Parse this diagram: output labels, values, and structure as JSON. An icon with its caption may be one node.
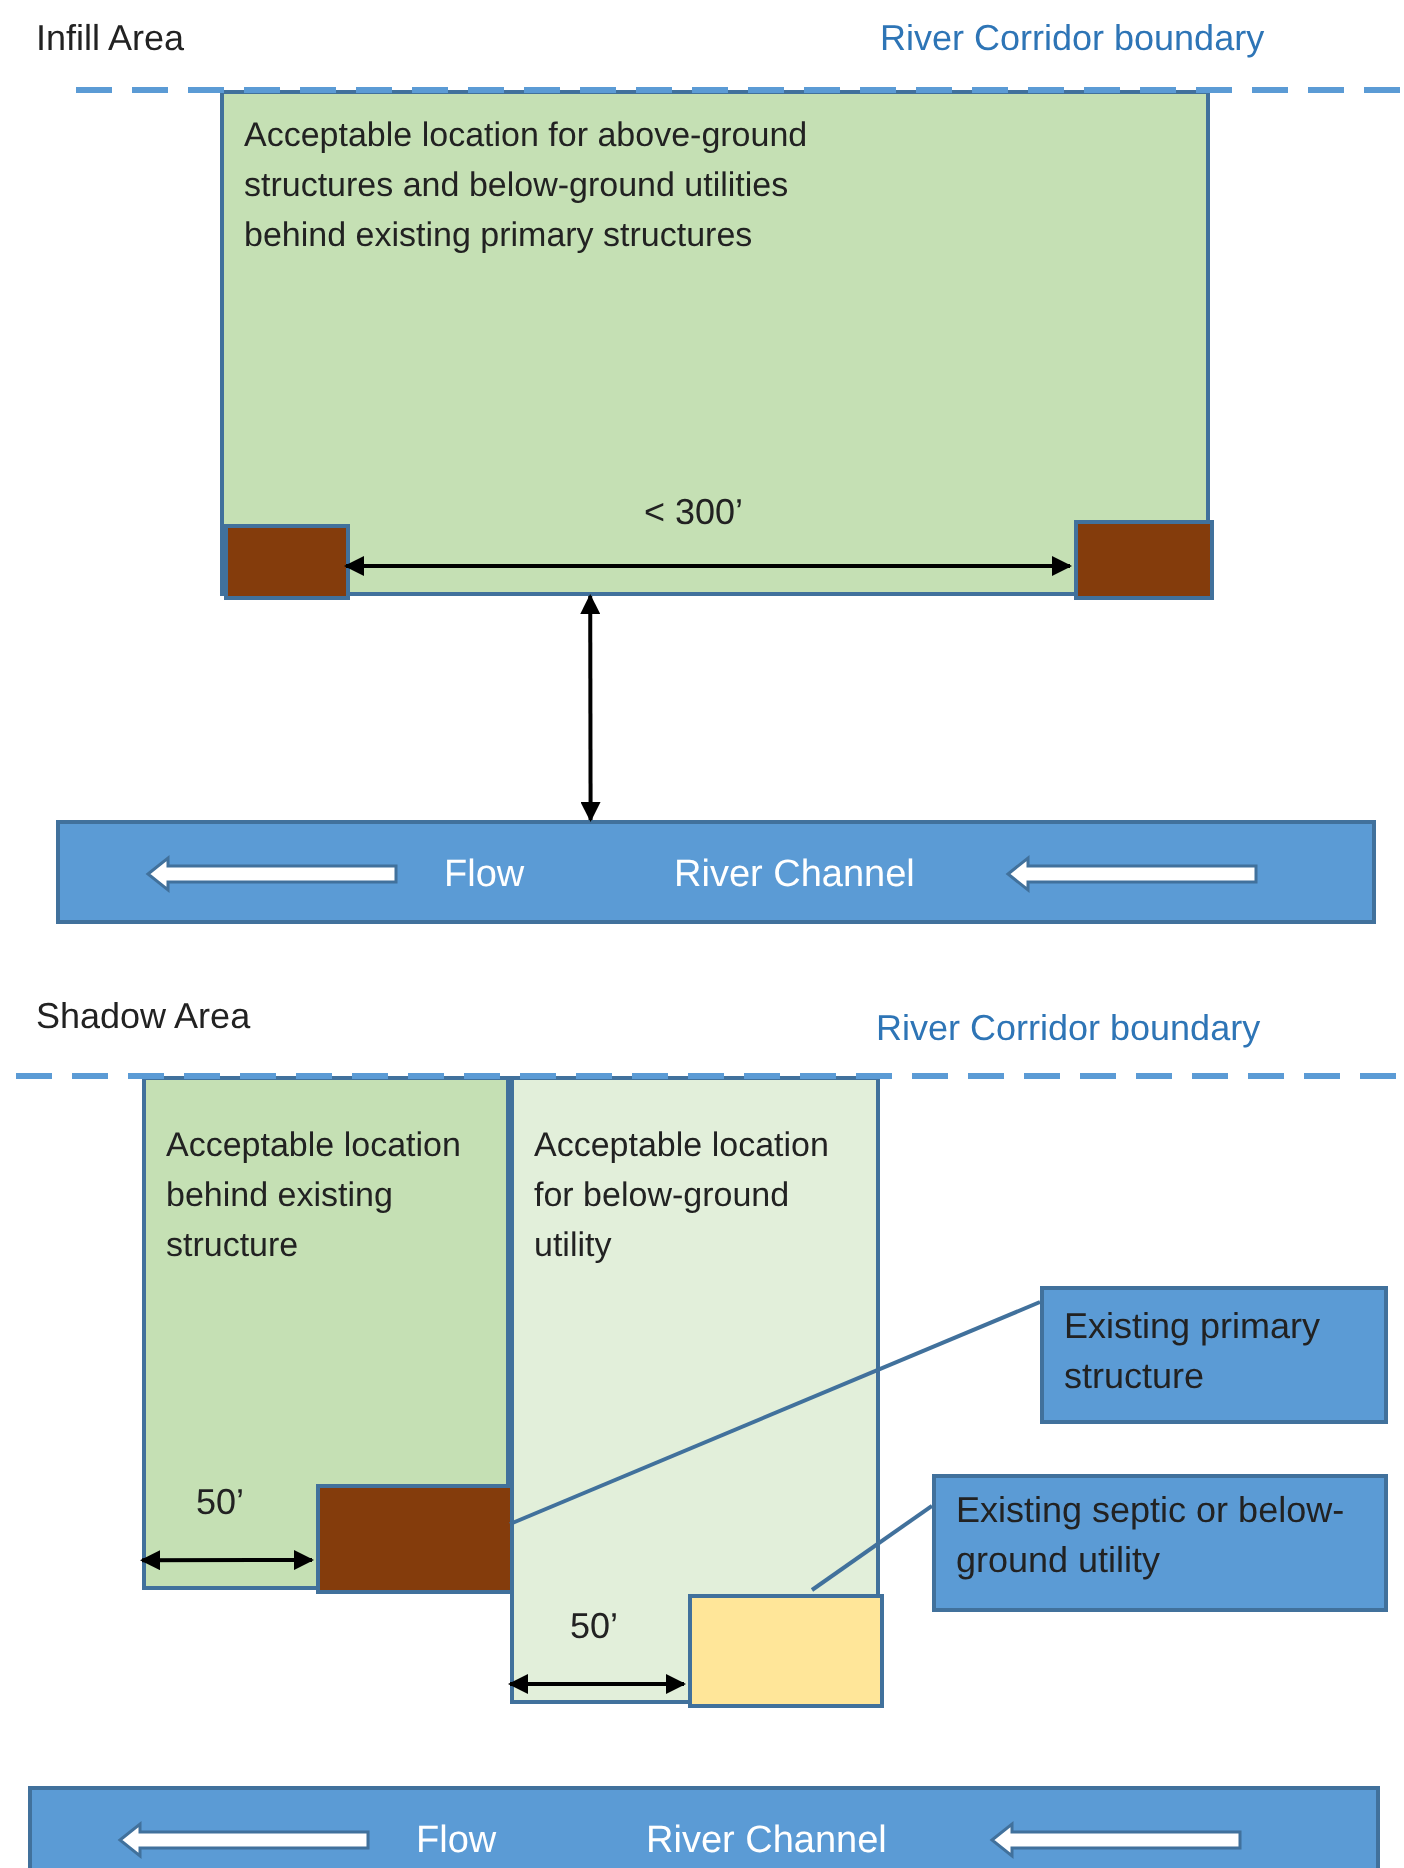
{
  "diagram": {
    "nodes": [
      {
        "text": [
          "Acceptable location for above-ground structures and below-ground utilities behind existing primary structures"
        ]
      },
      {
        "text": [],
        "shape": "box",
        "in": 0
      },
      {
        "text": [],
        "shape": "box",
        "in": 0
      },
      {
        "text": [
          "Flow",
          "River Channel"
        ]
      },
      {
        "text": [
          "Acceptable location behind existing structure"
        ]
      },
      {
        "text": [
          "Acceptable location for below-ground utility"
        ]
      },
      {
        "text": [],
        "shape": "box",
        "in": 4
      },
      {
        "text": [],
        "shape": "box",
        "in": 5
      },
      {
        "text": [
          "Existing primary structure"
        ]
      },
      {
        "text": [
          "Existing septic or below-ground utility"
        ]
      },
      {
        "text": [
          "Flow",
          "River Channel"
        ]
      }
    ],
    "edges": [
      {
        "from": 0,
        "to": 3,
        "arrow": "both"
      },
      {
        "from": 8,
        "to": 6,
        "arrow": "none",
        "color": "#41719c"
      },
      {
        "from": 9,
        "to": 7,
        "arrow": "none",
        "color": "#41719c"
      },
      {
        "from": 1,
        "to": 2,
        "arrow": "both",
        "label": "< 300’"
      },
      {
        "from": 4,
        "to": 6,
        "arrow": "both",
        "label": "50’"
      },
      {
        "from": 5,
        "to": 7,
        "arrow": "both",
        "label": "50’"
      }
    ],
    "labels": [
      "Infill Area",
      "River Corridor boundary",
      "Shadow Area",
      "River Corridor boundary"
    ]
  }
}
